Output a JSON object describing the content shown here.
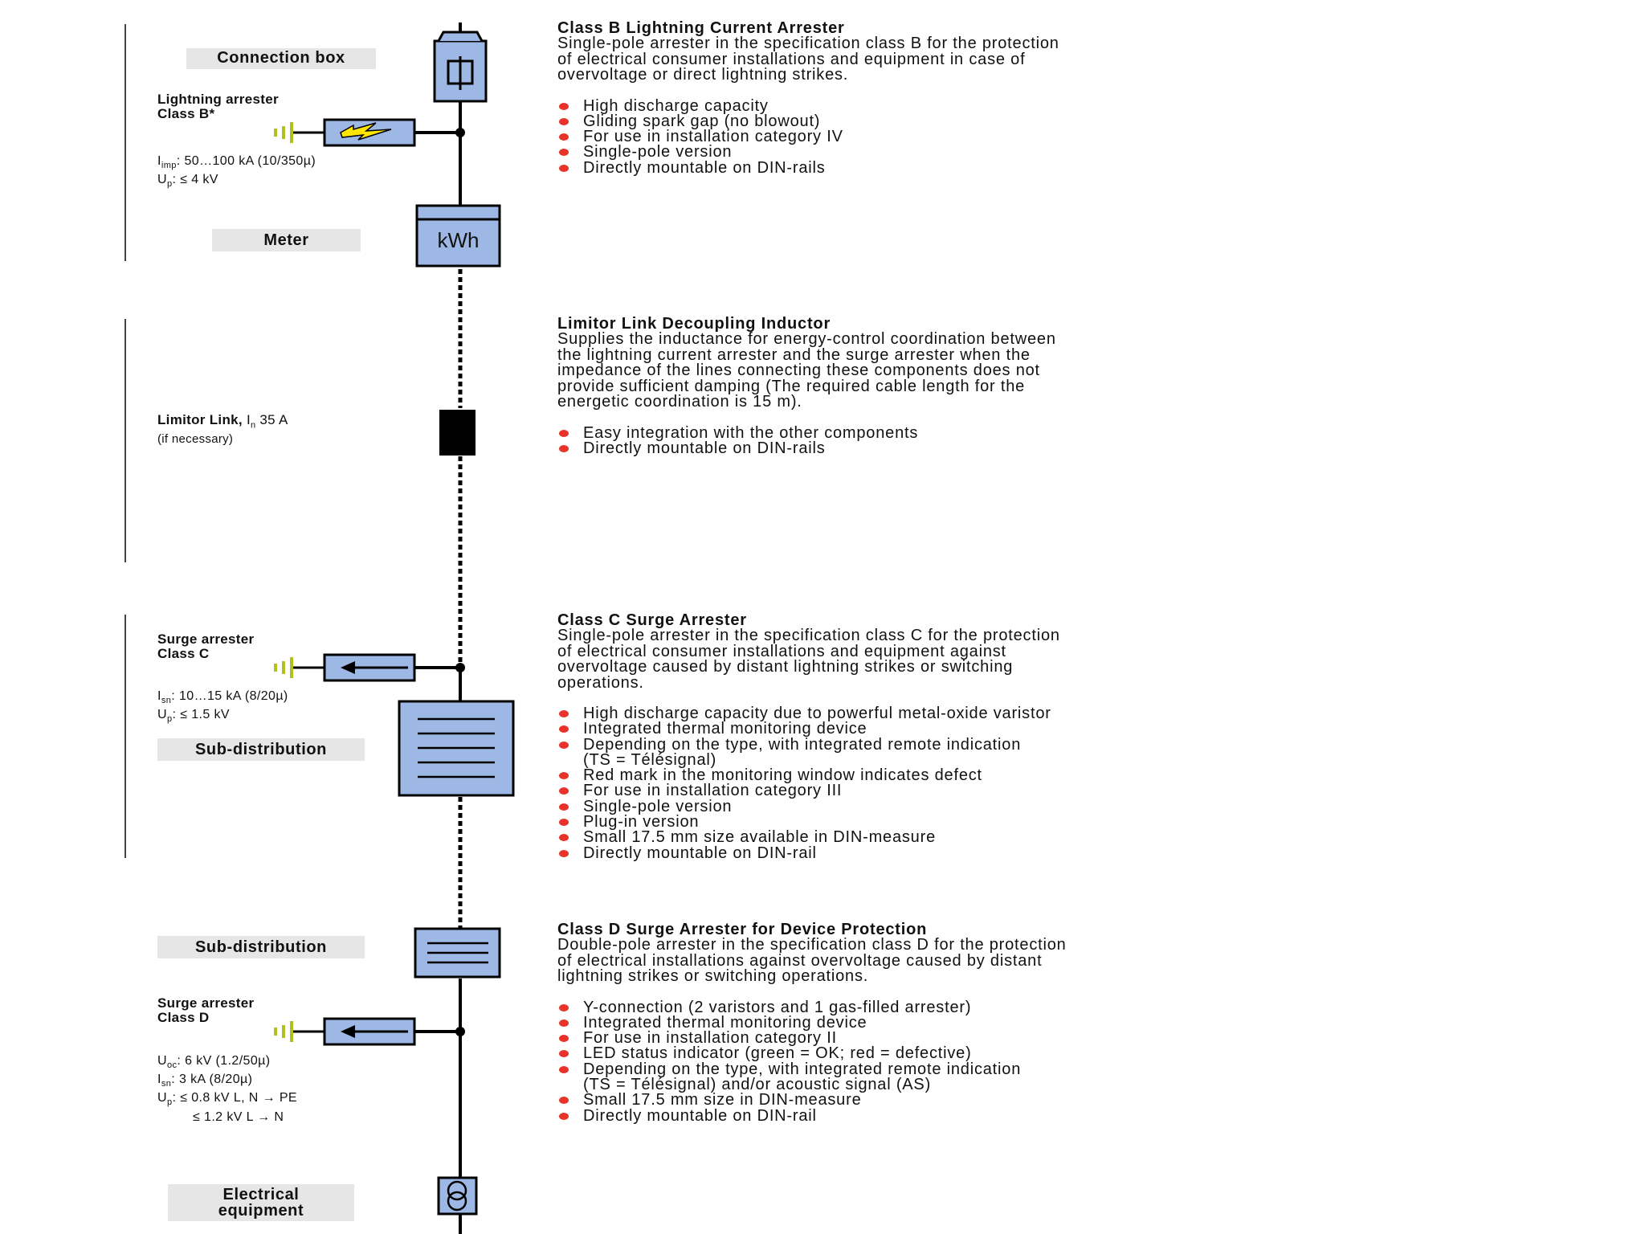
{
  "diagram": {
    "colors": {
      "component_fill": "#9db8e4",
      "line": "#000000",
      "label_bg": "#e6e6e6",
      "bullet": "#e8332a",
      "ground": "#b3c11e",
      "lightning": "#ffe600"
    },
    "icons": [
      "fuse-icon",
      "lightning-icon",
      "arrow-icon",
      "ground-icon",
      "transformer-icon"
    ],
    "labels": {
      "connection_box": "Connection box",
      "meter": "Meter",
      "meter_unit": "kWh",
      "sub_distribution_1": "Sub-distribution",
      "sub_distribution_2": "Sub-distribution",
      "electrical_equipment_1": "Electrical",
      "electrical_equipment_2": "equipment"
    },
    "components": {
      "lightning_arrester": {
        "title_1": "Lightning arrester",
        "title_2": "Class B*",
        "spec_1_sym": "I",
        "spec_1_sub": "imp",
        "spec_1_val": ": 50…100 kA (10/350µ)",
        "spec_2_sym": "U",
        "spec_2_sub": "p",
        "spec_2_val": ": ≤ 4 kV"
      },
      "limitor_link": {
        "title": "Limitor Link, ",
        "sym": "I",
        "sub": "n",
        "val": " 35 A",
        "note": "(if necessary)"
      },
      "surge_arrester_c": {
        "title_1": "Surge arrester",
        "title_2": "Class C",
        "spec_1_sym": "I",
        "spec_1_sub": "sn",
        "spec_1_val": ": 10…15 kA (8/20µ)",
        "spec_2_sym": "U",
        "spec_2_sub": "p",
        "spec_2_val": ": ≤ 1.5 kV"
      },
      "surge_arrester_d": {
        "title_1": "Surge arrester",
        "title_2": "Class D",
        "spec_1_sym": "U",
        "spec_1_sub": "oc",
        "spec_1_val": ": 6 kV (1.2/50µ)",
        "spec_2_sym": "I",
        "spec_2_sub": "sn",
        "spec_2_val": ": 3 kA (8/20µ)",
        "spec_3_sym": "U",
        "spec_3_sub": "p",
        "spec_3_val": ": ≤ 0.8 kV L, N → PE",
        "spec_4_val": "≤ 1.2 kV L → N"
      }
    },
    "sections": [
      {
        "title": "Class B Lightning Current Arrester",
        "description": [
          "Single-pole arrester in the specification class B for the protection",
          "of electrical consumer installations and equipment in case of",
          "overvoltage or direct lightning strikes."
        ],
        "bullets": [
          "High discharge capacity",
          "Gliding spark gap (no blowout)",
          "For use in installation category IV",
          "Single-pole version",
          "Directly mountable on DIN-rails"
        ]
      },
      {
        "title": "Limitor Link Decoupling Inductor",
        "description": [
          "Supplies the inductance for energy-control coordination between",
          "the lightning current arrester and the surge arrester when the",
          "impedance of the lines connecting these components does not",
          "provide sufficient damping (The required cable length for the",
          "energetic coordination is 15 m)."
        ],
        "bullets": [
          "Easy integration with the other components",
          "Directly mountable on DIN-rails"
        ]
      },
      {
        "title": "Class C Surge Arrester",
        "description": [
          "Single-pole arrester in the specification class C for the protection",
          "of electrical consumer installations and equipment against",
          "overvoltage caused by distant lightning strikes or switching",
          "operations."
        ],
        "bullets": [
          "High discharge capacity due to powerful metal-oxide varistor",
          "Integrated thermal monitoring device",
          "Depending on the type, with integrated remote indication\n(TS = Télésignal)",
          "Red mark in the monitoring window indicates defect",
          "For use in installation category III",
          "Single-pole version",
          "Plug-in version",
          "Small 17.5 mm size available in DIN-measure",
          "Directly mountable on DIN-rail"
        ]
      },
      {
        "title": "Class D Surge Arrester for Device Protection",
        "description": [
          "Double-pole arrester in the specification class D for the protection",
          "of electrical installations against overvoltage caused by distant",
          "lightning strikes or switching operations."
        ],
        "bullets": [
          "Y-connection (2 varistors and 1 gas-filled arrester)",
          "Integrated thermal monitoring device",
          "For use in installation category II",
          "LED status indicator (green = OK; red = defective)",
          "Depending on the type, with integrated remote indication\n(TS = Télésignal) and/or acoustic signal (AS)",
          "Small 17.5 mm size in DIN-measure",
          "Directly mountable on DIN-rail"
        ]
      }
    ]
  }
}
